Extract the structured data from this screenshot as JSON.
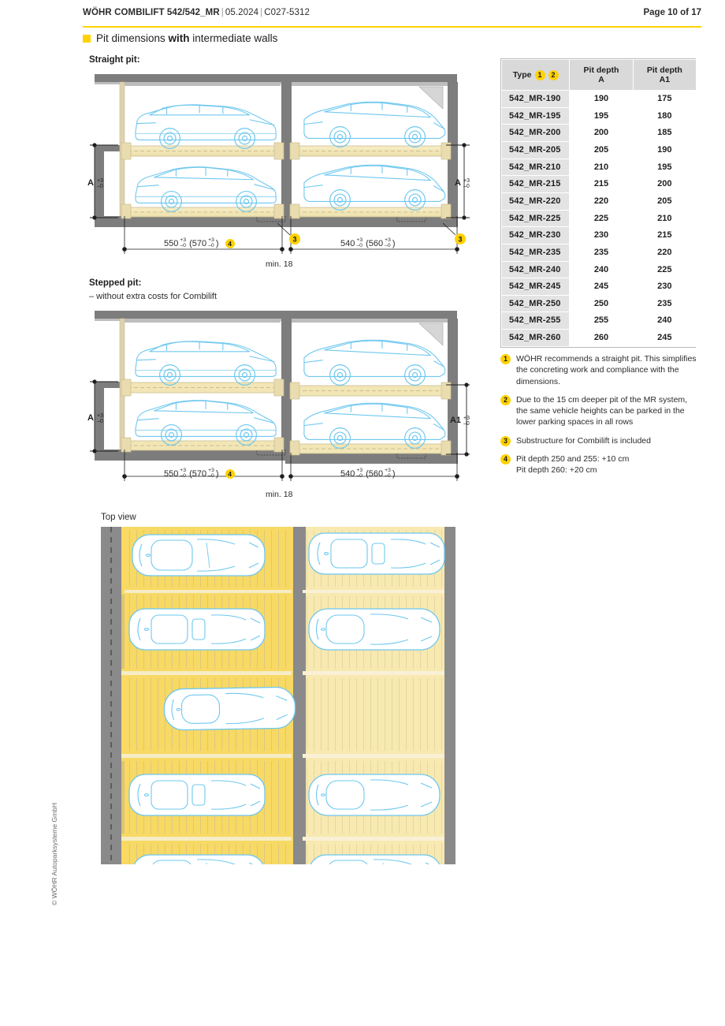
{
  "header": {
    "product": "WÖHR COMBILIFT 542/542_MR",
    "date": "05.2024",
    "doc_code": "C027-5312",
    "page": "Page 10 of 17",
    "separator": "|"
  },
  "section": {
    "title_pre": "Pit dimensions ",
    "title_bold": "with",
    "title_post": " intermediate walls"
  },
  "figures": {
    "straight_label": "Straight pit:",
    "stepped_label": "Stepped pit:",
    "stepped_note": "– without extra costs for Combilift",
    "topview_label": "Top view"
  },
  "dimensions": {
    "left_span": "550",
    "left_span_alt": "(570",
    "right_span": "540",
    "right_span_alt": "(560",
    "tol_plus": "+3",
    "tol_minus": "–0",
    "min_wall": "min. 18",
    "height_a": "A",
    "height_a1": "A1",
    "callout_4": "4",
    "callout_3": "3"
  },
  "table": {
    "headers": {
      "type": "Type",
      "type_badges": [
        "1",
        "2"
      ],
      "depth_a_line1": "Pit depth",
      "depth_a_line2": "A",
      "depth_a1_line1": "Pit depth",
      "depth_a1_line2": "A1"
    },
    "rows": [
      {
        "type": "542_MR-190",
        "a": "190",
        "a1": "175"
      },
      {
        "type": "542_MR-195",
        "a": "195",
        "a1": "180"
      },
      {
        "type": "542_MR-200",
        "a": "200",
        "a1": "185"
      },
      {
        "type": "542_MR-205",
        "a": "205",
        "a1": "190"
      },
      {
        "type": "542_MR-210",
        "a": "210",
        "a1": "195"
      },
      {
        "type": "542_MR-215",
        "a": "215",
        "a1": "200"
      },
      {
        "type": "542_MR-220",
        "a": "220",
        "a1": "205"
      },
      {
        "type": "542_MR-225",
        "a": "225",
        "a1": "210"
      },
      {
        "type": "542_MR-230",
        "a": "230",
        "a1": "215"
      },
      {
        "type": "542_MR-235",
        "a": "235",
        "a1": "220"
      },
      {
        "type": "542_MR-240",
        "a": "240",
        "a1": "225"
      },
      {
        "type": "542_MR-245",
        "a": "245",
        "a1": "230"
      },
      {
        "type": "542_MR-250",
        "a": "250",
        "a1": "235"
      },
      {
        "type": "542_MR-255",
        "a": "255",
        "a1": "240"
      },
      {
        "type": "542_MR-260",
        "a": "260",
        "a1": "245"
      }
    ]
  },
  "notes": [
    {
      "num": "1",
      "text": "WÖHR recommends a straight pit. This simplifies the concreting work and compliance with the dimensions."
    },
    {
      "num": "2",
      "text": "Due to the 15 cm deeper pit of the MR system, the same vehicle heights can be parked in the lower parking spaces in all rows"
    },
    {
      "num": "3",
      "text": "Substructure for Combilift is included"
    },
    {
      "num": "4",
      "text": "Pit depth 250 and 255: +10 cm\nPit depth 260: +20 cm"
    }
  ],
  "footer": {
    "copyright": "© WÖHR Autoparksysteme GmbH"
  },
  "colors": {
    "accent_yellow": "#ffd200",
    "platform_yellow": "#f2e2a8",
    "platform_yellow_light": "#f7edc6",
    "concrete_gray": "#7d7d7d",
    "car_blue": "#5fc3ee",
    "table_header_gray": "#d9d9d9",
    "table_type_gray": "#e3e3e3"
  }
}
